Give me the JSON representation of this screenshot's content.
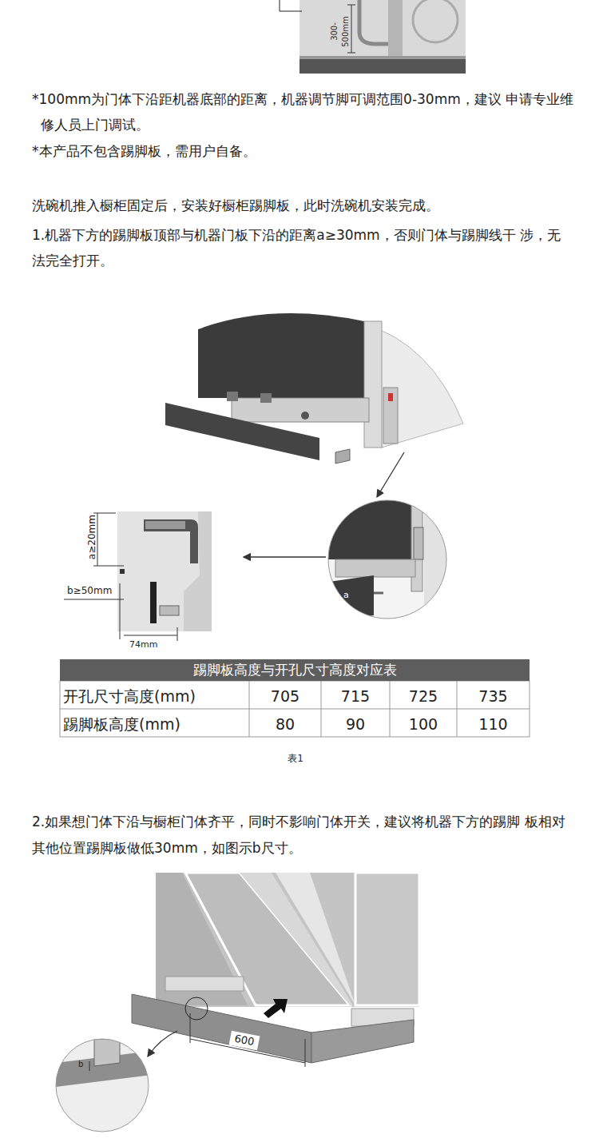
{
  "diagram": {
    "caption": "表1",
    "nodes": [
      {
        "text": [
          "踢脚板高度与开孔尺寸高度对应表"
        ]
      }
    ],
    "labels": [
      "300-500mm",
      "*100mm为门体下沿距机器底部的距离，机器调节脚可调范围0-30mm，建议 申请专业维修人员上门调试。",
      "*本产品不包含踢脚板，需用户自备。",
      "洗碗机推入橱柜固定后，安装好橱柜踢脚板，此时洗碗机安装完成。",
      "1.机器下方的踢脚板顶部与机器门板下沿的距离a≥30mm，否则门体与踢脚线干 涉，无法完全打开。",
      "a≥20mm",
      "b≥50mm",
      "74mm",
      "a",
      "开孔尺寸高度(mm)",
      "705",
      "715",
      "725",
      "735",
      "踢脚板高度(mm)",
      "80",
      "90",
      "100",
      "110",
      "2.如果想门体下沿与橱柜门体齐平，同时不影响门体开关，建议将机器下方的踢脚 板相对其他位置踢脚板做低30mm，如图示b尺寸。",
      "600",
      "b"
    ]
  }
}
